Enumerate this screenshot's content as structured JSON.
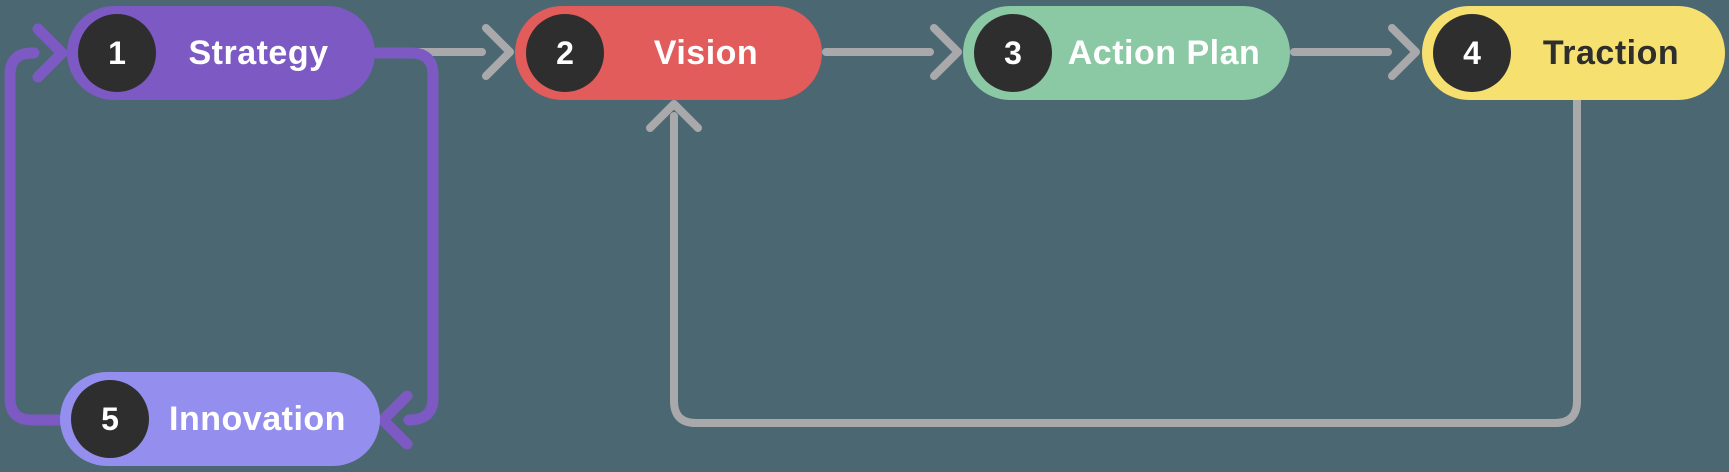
{
  "diagram": {
    "title": "five-step-flow",
    "background_color": "#4b6771",
    "badge_color": "#2e2e2e",
    "badge_text_color": "#ffffff",
    "nodes": [
      {
        "id": "strategy",
        "number": "1",
        "label": "Strategy",
        "fill": "#7d59c3",
        "text_color": "#ffffff"
      },
      {
        "id": "vision",
        "number": "2",
        "label": "Vision",
        "fill": "#e25c5c",
        "text_color": "#ffffff"
      },
      {
        "id": "action-plan",
        "number": "3",
        "label": "Action Plan",
        "fill": "#8ac9a4",
        "text_color": "#ffffff"
      },
      {
        "id": "traction",
        "number": "4",
        "label": "Traction",
        "fill": "#f6e170",
        "text_color": "#2e2e2e"
      },
      {
        "id": "innovation",
        "number": "5",
        "label": "Innovation",
        "fill": "#948fee",
        "text_color": "#ffffff"
      }
    ],
    "connectors": {
      "gray_color": "#a9a9ab",
      "purple_color": "#7d59c3",
      "edges": [
        {
          "from": "strategy",
          "to": "vision",
          "style": "gray",
          "type": "straight-arrow"
        },
        {
          "from": "vision",
          "to": "action-plan",
          "style": "gray",
          "type": "straight-arrow"
        },
        {
          "from": "action-plan",
          "to": "traction",
          "style": "gray",
          "type": "straight-arrow"
        },
        {
          "from": "traction",
          "to": "vision",
          "style": "gray",
          "type": "feedback-loop-bottom"
        },
        {
          "from": "strategy",
          "to": "innovation",
          "style": "purple",
          "type": "loop-right-side"
        },
        {
          "from": "innovation",
          "to": "strategy",
          "style": "purple",
          "type": "loop-left-side"
        }
      ]
    }
  }
}
